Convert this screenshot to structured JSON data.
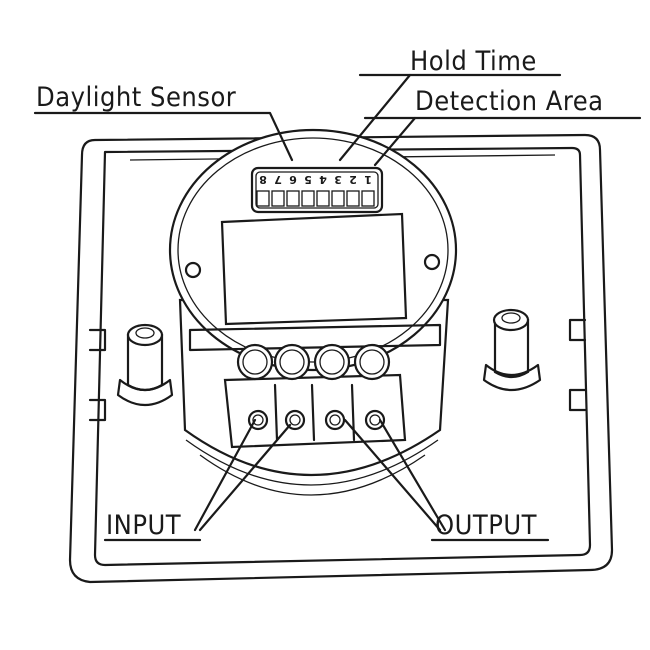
{
  "labels": {
    "daylight_sensor": "Daylight Sensor",
    "hold_time": "Hold Time",
    "detection_area": "Detection Area",
    "input": "INPUT",
    "output": "OUTPUT"
  },
  "dip_switch": {
    "positions": [
      "1",
      "2",
      "3",
      "4",
      "5",
      "6",
      "7",
      "8"
    ]
  }
}
